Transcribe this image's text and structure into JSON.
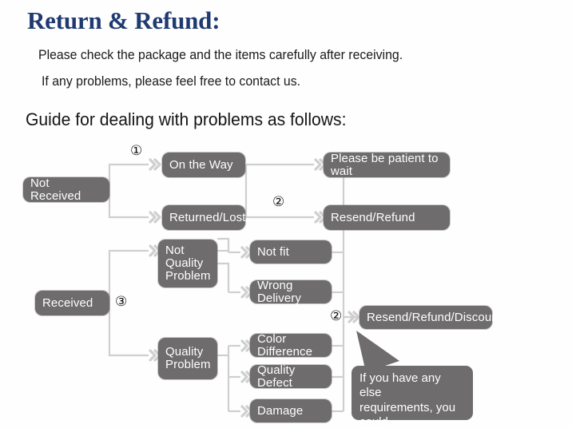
{
  "header": {
    "title": "Return & Refund:",
    "title_color": "#1f3a70",
    "line1": "Please check the package and the items carefully after receiving.",
    "line2": "If any problems, please feel free to contact us.",
    "guide_heading": "Guide for dealing with problems as follows:"
  },
  "theme": {
    "node_fill": "#6e6c6d",
    "node_text": "#ffffff",
    "connector": "#c9c9c9",
    "page_background": "#ffffff"
  },
  "flowchart": {
    "markers": [
      {
        "id": "marker-1",
        "label": "①"
      },
      {
        "id": "marker-2-top",
        "label": "②"
      },
      {
        "id": "marker-3",
        "label": "③"
      },
      {
        "id": "marker-2-bottom",
        "label": "②"
      }
    ],
    "nodes": {
      "not_received": "Not Received",
      "on_the_way": "On the Way",
      "returned_lost": "Returned/Lost",
      "please_wait": "Please be patient to wait",
      "resend_refund": "Resend/Refund",
      "received": "Received",
      "not_quality_problem": "Not\nQuality\nProblem",
      "quality_problem": "Quality\nProblem",
      "not_fit": "Not fit",
      "wrong_delivery": "Wrong Delivery",
      "color_difference": "Color Difference",
      "quality_defect": "Quality Defect",
      "damage": "Damage",
      "resend_refund_discount": "Resend/Refund/Discount"
    },
    "callout": "If you have any else\nrequirements, you could\nalso tell us!"
  }
}
